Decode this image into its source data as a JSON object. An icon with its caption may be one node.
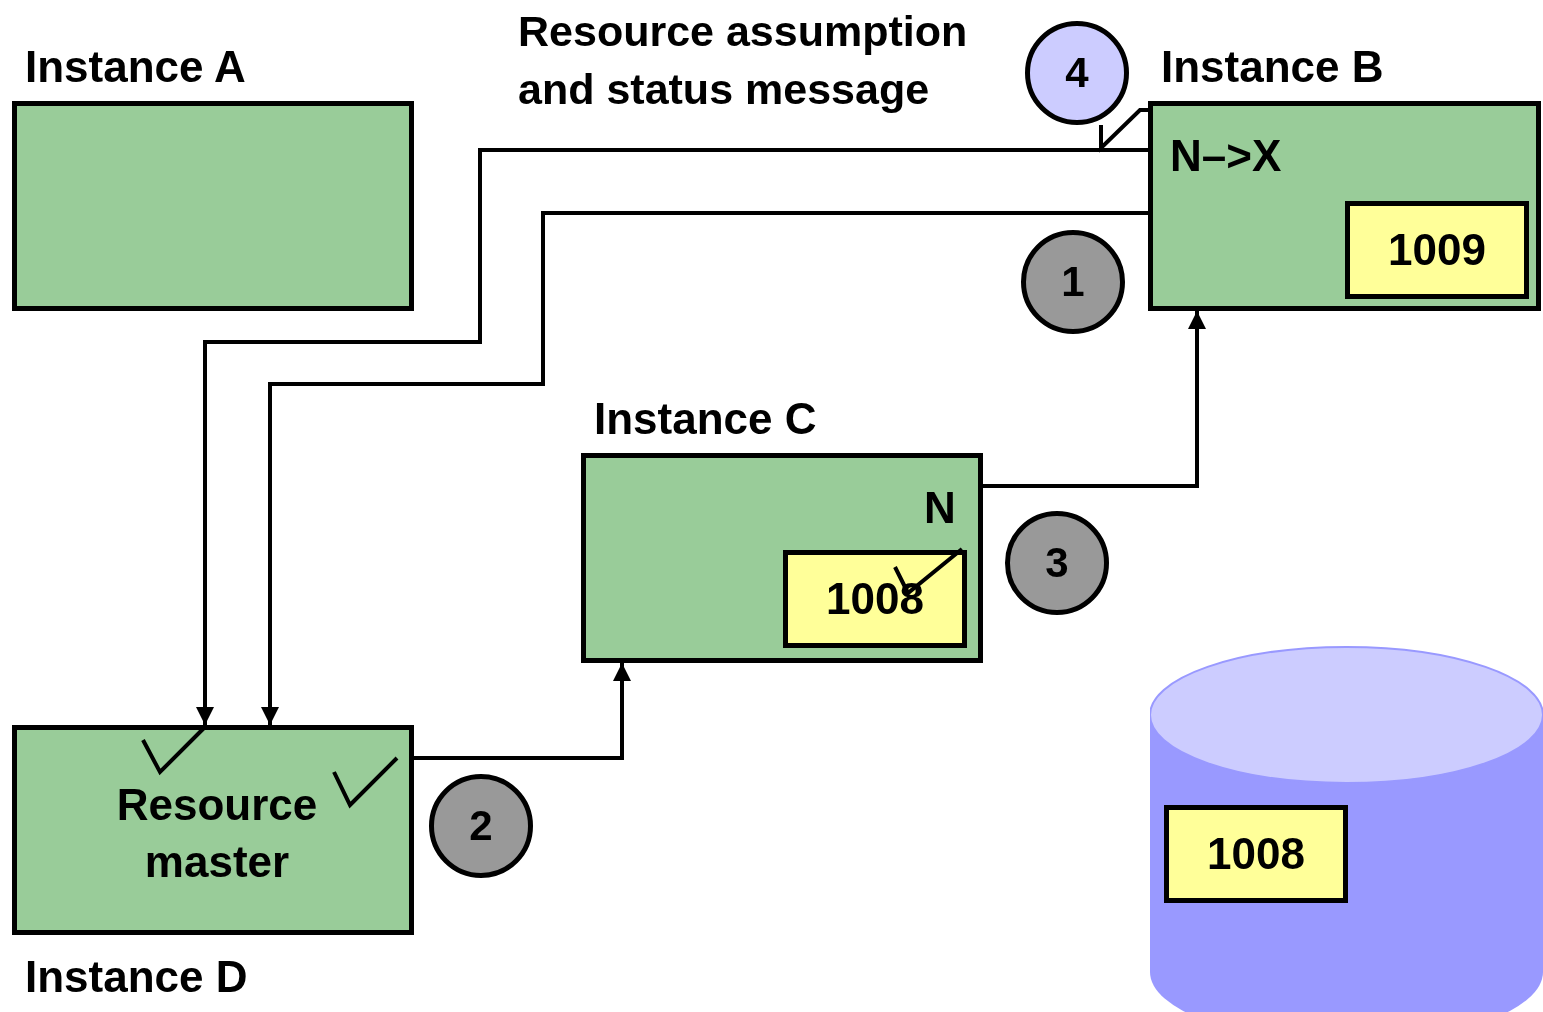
{
  "diagram": {
    "nodes": [
      {
        "text": [
          "Instance A"
        ]
      },
      {
        "text": [
          "Instance B",
          "N–>X"
        ]
      },
      {
        "text": [
          "1009"
        ],
        "in": 1
      },
      {
        "text": [
          "Instance C",
          "N"
        ]
      },
      {
        "text": [
          "1008"
        ],
        "in": 3
      },
      {
        "text": [
          "Resource master",
          "Instance D"
        ]
      },
      {
        "text": [],
        "shape": "cylinder"
      },
      {
        "text": [
          "1008"
        ],
        "in": 6
      },
      {
        "text": [
          "4"
        ]
      },
      {
        "text": [
          "1"
        ]
      },
      {
        "text": [
          "3"
        ]
      },
      {
        "text": [
          "2"
        ]
      }
    ],
    "edges": [
      {
        "from": 1,
        "to": 5,
        "arrow": "to"
      },
      {
        "from": 1,
        "to": 5,
        "arrow": "to"
      },
      {
        "from": 5,
        "to": 3,
        "arrow": "to"
      },
      {
        "from": 3,
        "to": 1,
        "arrow": "to"
      },
      {
        "from": 8,
        "to": 1,
        "arrow": "none"
      }
    ],
    "labels": [
      "Resource assumption and status message"
    ]
  }
}
